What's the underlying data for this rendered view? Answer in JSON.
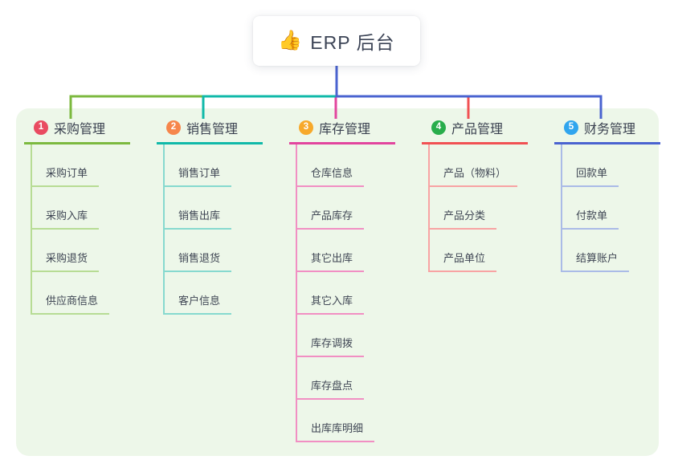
{
  "root": {
    "icon": "👍",
    "label": "ERP 后台",
    "stem_color": "#4a63d0"
  },
  "panel": {
    "background": "#edf7e9"
  },
  "branches": [
    {
      "badge": "1",
      "badge_color": "#e94b61",
      "line_color": "#7cb93f",
      "sub_line_color": "#b7dc94",
      "label": "采购管理",
      "children": [
        "采购订单",
        "采购入库",
        "采购退货",
        "供应商信息"
      ]
    },
    {
      "badge": "2",
      "badge_color": "#f6864b",
      "line_color": "#10b9a9",
      "sub_line_color": "#86d9cf",
      "label": "销售管理",
      "children": [
        "销售订单",
        "销售出库",
        "销售退货",
        "客户信息"
      ]
    },
    {
      "badge": "3",
      "badge_color": "#f7a92b",
      "line_color": "#e2459e",
      "sub_line_color": "#f18fc3",
      "label": "库存管理",
      "children": [
        "仓库信息",
        "产品库存",
        "其它出库",
        "其它入库",
        "库存调拨",
        "库存盘点",
        "出库库明细"
      ]
    },
    {
      "badge": "4",
      "badge_color": "#28ad4b",
      "line_color": "#f15153",
      "sub_line_color": "#f8a3a3",
      "label": "产品管理",
      "children": [
        "产品（物料）",
        "产品分类",
        "产品单位"
      ]
    },
    {
      "badge": "5",
      "badge_color": "#30a5ee",
      "line_color": "#4a63d0",
      "sub_line_color": "#aabbe7",
      "label": "财务管理",
      "children": [
        "回款单",
        "付款单",
        "结算账户"
      ]
    }
  ]
}
